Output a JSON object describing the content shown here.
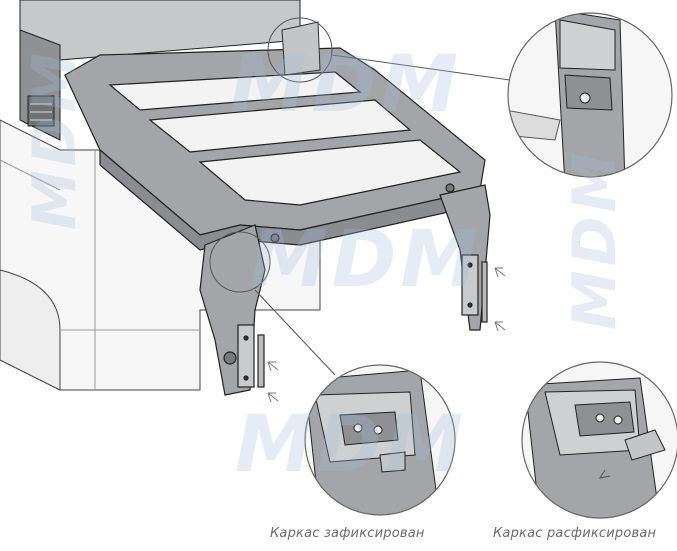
{
  "captions": {
    "locked": "Каркас зафиксирован",
    "unlocked": "Каркас расфиксирован"
  },
  "watermark": {
    "text": "MDM"
  },
  "colors": {
    "frame_fill": "#a3a5a8",
    "frame_dark": "#8a8c90",
    "line": "#2b2b2b",
    "cabinet_fill": "#f4f4f4",
    "watermark": "#a0b9dc"
  }
}
